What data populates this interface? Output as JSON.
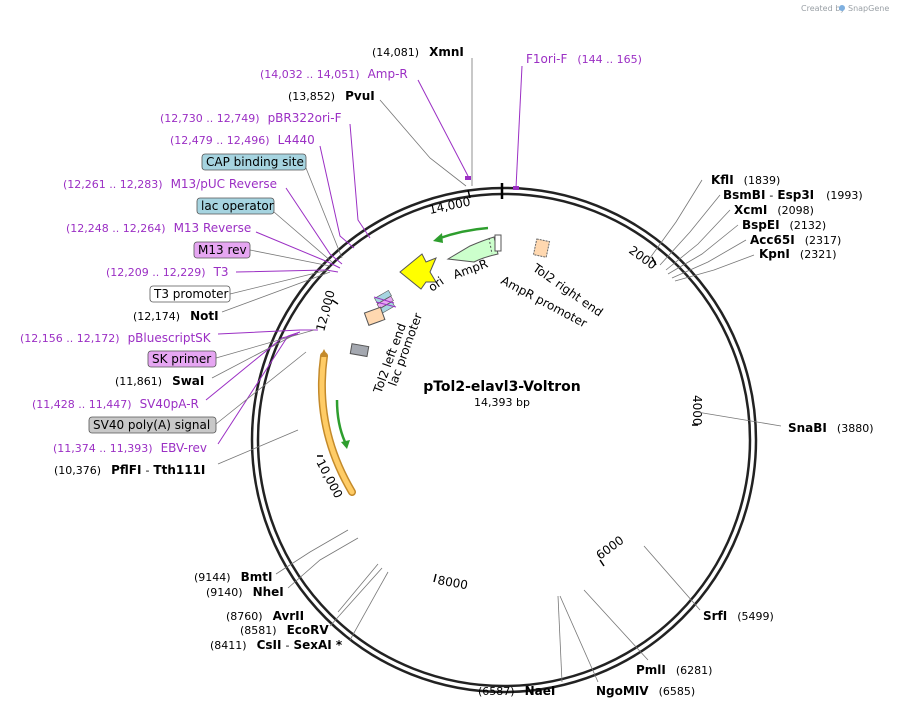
{
  "credit": "Created by",
  "brand": "SnapGene",
  "plasmid": {
    "name": "pTol2-elavl3-Voltron",
    "length": "14,393 bp"
  },
  "ticks": [
    "2000",
    "4000",
    "6000",
    "8000",
    "10,000",
    "12,000",
    "14,000"
  ],
  "enzymes_right": [
    {
      "name": "KflI",
      "pos": "(1839)"
    },
    {
      "name": "BsmBI",
      "extra": "Esp3I",
      "pos": "(1993)"
    },
    {
      "name": "XcmI",
      "pos": "(2098)"
    },
    {
      "name": "BspEI",
      "pos": "(2132)"
    },
    {
      "name": "Acc65I",
      "pos": "(2317)"
    },
    {
      "name": "KpnI",
      "pos": "(2321)"
    },
    {
      "name": "SnaBI",
      "pos": "(3880)"
    },
    {
      "name": "SrfI",
      "pos": "(5499)"
    },
    {
      "name": "PmlI",
      "pos": "(6281)"
    },
    {
      "name": "NgoMIV",
      "pos": "(6585)"
    }
  ],
  "enzymes_left": [
    {
      "name": "NaeI",
      "pos": "(6587)"
    },
    {
      "name": "CsII",
      "extra": "SexAI *",
      "pos": "(8411)"
    },
    {
      "name": "EcoRV",
      "pos": "(8581)"
    },
    {
      "name": "AvrII",
      "pos": "(8760)"
    },
    {
      "name": "NheI",
      "pos": "(9140)"
    },
    {
      "name": "BmtI",
      "pos": "(9144)"
    },
    {
      "name": "PflFI",
      "extra": "Tth111I",
      "pos": "(10,376)"
    },
    {
      "name": "SwaI",
      "pos": "(11,861)"
    },
    {
      "name": "NotI",
      "pos": "(12,174)"
    },
    {
      "name": "PvuI",
      "pos": "(13,852)"
    },
    {
      "name": "XmnI",
      "pos": "(14,081)"
    }
  ],
  "features_text": [
    {
      "name": "Amp-R",
      "pos": "(14,032 .. 14,051)"
    },
    {
      "name": "F1ori-F",
      "pos": "(144 .. 165)"
    },
    {
      "name": "pBR322ori-F",
      "pos": "(12,730 .. 12,749)"
    },
    {
      "name": "L4440",
      "pos": "(12,479 .. 12,496)"
    },
    {
      "name": "M13/pUC Reverse",
      "pos": "(12,261 .. 12,283)"
    },
    {
      "name": "M13 Reverse",
      "pos": "(12,248 .. 12,264)"
    },
    {
      "name": "T3",
      "pos": "(12,209 .. 12,229)"
    },
    {
      "name": "pBluescriptSK",
      "pos": "(12,156 .. 12,172)"
    },
    {
      "name": "SV40pA-R",
      "pos": "(11,428 .. 11,447)"
    },
    {
      "name": "EBV-rev",
      "pos": "(11,374 .. 11,393)"
    }
  ],
  "features_boxed": [
    {
      "name": "CAP binding site",
      "color": "#a6d4e0"
    },
    {
      "name": "lac operator",
      "color": "#a6d4e0"
    },
    {
      "name": "M13 rev",
      "color": "#e6a6f2"
    },
    {
      "name": "T3 promoter",
      "color": "#ffffff"
    },
    {
      "name": "SK primer",
      "color": "#e6a6f2"
    },
    {
      "name": "SV40 poly(A) signal",
      "color": "#c8c8c8"
    }
  ],
  "map_features": {
    "ori": "ori",
    "ampr": "AmpR",
    "ampr_promoter": "AmpR promoter",
    "tol2_right": "Tol2 right end",
    "tol2_left": "Tol2 left end",
    "lac_promoter": "lac promoter"
  },
  "colors": {
    "feature_text": "#9b2fc4",
    "ori": "#ffff00",
    "ampr": "#ccffcc",
    "orf": "#ffcc66",
    "primer": "#2e9e2e",
    "tol2": "#ffd8b0"
  }
}
